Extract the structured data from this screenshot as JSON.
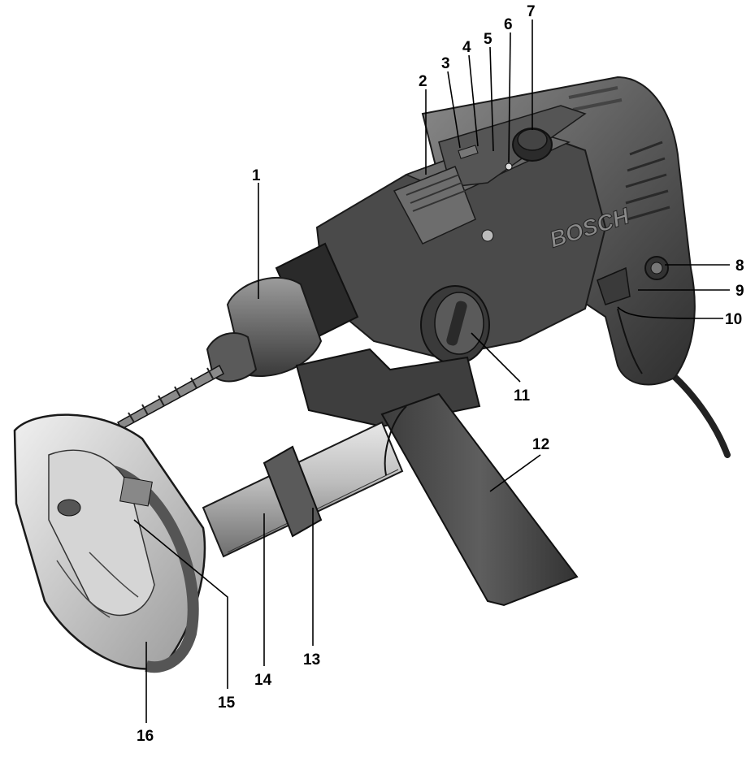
{
  "brand_text": "BOSCH",
  "callouts": [
    {
      "label": "1"
    },
    {
      "label": "2"
    },
    {
      "label": "3"
    },
    {
      "label": "4"
    },
    {
      "label": "5"
    },
    {
      "label": "6"
    },
    {
      "label": "7"
    },
    {
      "label": "8"
    },
    {
      "label": "9"
    },
    {
      "label": "10"
    },
    {
      "label": "11"
    },
    {
      "label": "12"
    },
    {
      "label": "13"
    },
    {
      "label": "14"
    },
    {
      "label": "15"
    },
    {
      "label": "16"
    }
  ],
  "colors": {
    "body_dark": "#3a3a3a",
    "body_mid": "#6b6b6b",
    "body_light": "#9a9a9a",
    "metal": "#c8c8c8",
    "accent_edge": "#1a1a1a"
  }
}
